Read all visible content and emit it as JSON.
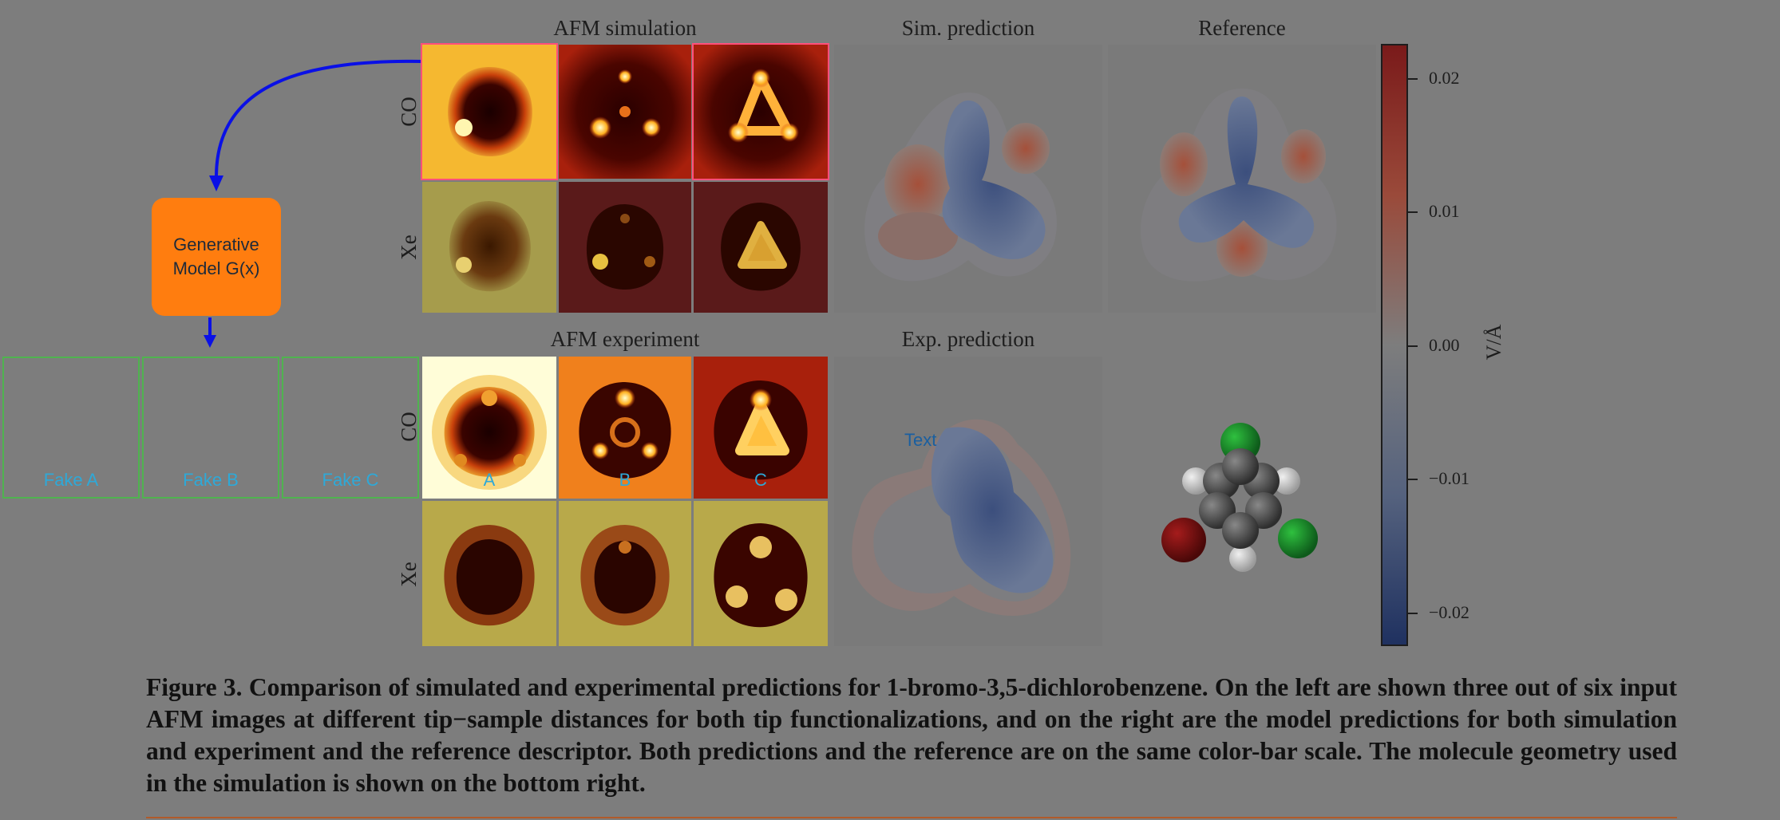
{
  "panel_titles": {
    "afm_simulation": "AFM simulation",
    "sim_prediction": "Sim. prediction",
    "reference": "Reference",
    "afm_experiment": "AFM experiment",
    "exp_prediction": "Exp. prediction"
  },
  "row_labels": {
    "co_top": "CO",
    "xe_top": "Xe",
    "co_bottom": "CO",
    "xe_bottom": "Xe"
  },
  "generative_model": {
    "line1": "Generative",
    "line2": "Model G(x)"
  },
  "fake_boxes": [
    "Fake A",
    "Fake B",
    "Fake C"
  ],
  "experiment_labels": [
    "A",
    "B",
    "C"
  ],
  "annotation_text": "Text",
  "colorbar": {
    "label": "V/Å",
    "ticks": [
      "0.02",
      "0.01",
      "0.00",
      "−0.01",
      "−0.02"
    ],
    "colors": {
      "top": "#7a1a1a",
      "mid": "#7d7d7d",
      "bottom": "#1f3160"
    }
  },
  "caption": "Figure 3. Comparison of simulated and experimental predictions for 1-bromo-3,5-dichlorobenzene. On the left are shown three out of six input AFM images at different tip−sample distances for both tip functionalizations, and on the right are the model predictions for both simulation and experiment and the reference descriptor. Both predictions and the reference are on the same color-bar scale. The molecule geometry used in the simulation is shown on the bottom right.",
  "accent_colors": {
    "arrow": "#0a10e6",
    "generative": "#ff7d0f",
    "fake_border": "#4fb34f",
    "tile_label": "#2ea9d8"
  }
}
